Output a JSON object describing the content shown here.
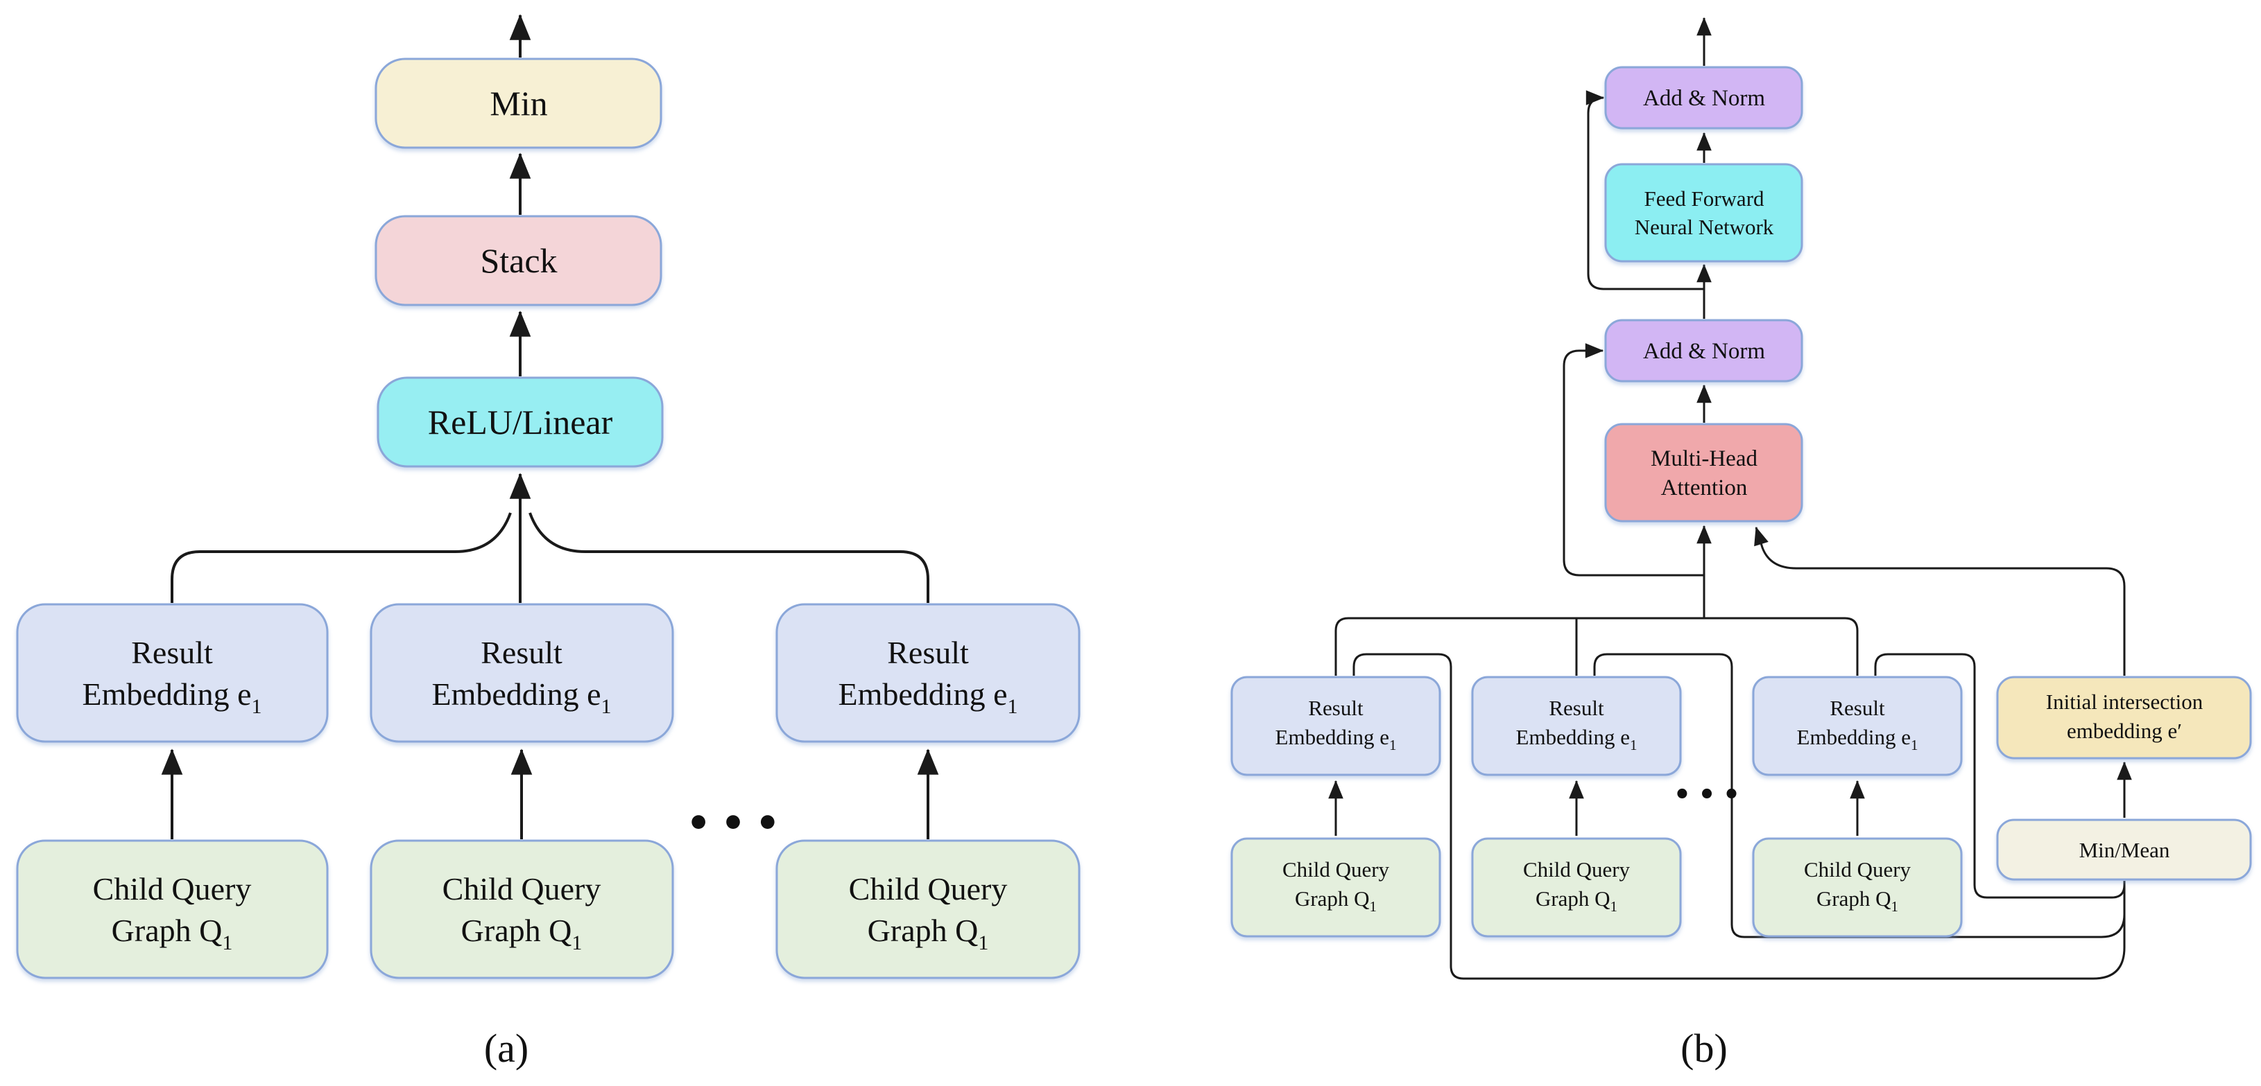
{
  "colors": {
    "border": "#8ba7d9",
    "line": "#1a1a1a",
    "min_fill": "#f7f0d4",
    "stack_fill": "#f4d5d8",
    "relu_fill": "#97eef2",
    "result_fill": "#dbe2f4",
    "child_fill": "#e4efdd",
    "add_norm_fill": "#d2b6f4",
    "ffnn_fill": "#8ceef2",
    "mha_fill": "#f0a8ab",
    "initial_fill": "#f5e7bb",
    "min_mean_fill": "#f3f1e3"
  },
  "panel_a": {
    "caption": "(a)",
    "ellipsis": "•••",
    "boxes": {
      "min": {
        "label": "Min",
        "fill": "#f7f0d4"
      },
      "stack": {
        "label": "Stack",
        "fill": "#f4d5d8"
      },
      "relu": {
        "label": "ReLU/Linear",
        "fill": "#97eef2"
      }
    },
    "result_boxes": [
      {
        "line1": "Result",
        "line2": "Embedding e",
        "sub": "1",
        "fill": "#dbe2f4"
      },
      {
        "line1": "Result",
        "line2": "Embedding e",
        "sub": "1",
        "fill": "#dbe2f4"
      },
      {
        "line1": "Result",
        "line2": "Embedding e",
        "sub": "1",
        "fill": "#dbe2f4"
      }
    ],
    "child_boxes": [
      {
        "line1": "Child Query",
        "line2": "Graph Q",
        "sub": "1",
        "fill": "#e4efdd"
      },
      {
        "line1": "Child Query",
        "line2": "Graph Q",
        "sub": "1",
        "fill": "#e4efdd"
      },
      {
        "line1": "Child Query",
        "line2": "Graph Q",
        "sub": "1",
        "fill": "#e4efdd"
      }
    ]
  },
  "panel_b": {
    "caption": "(b)",
    "ellipsis": "•••",
    "boxes": {
      "add_norm_top": {
        "label": "Add & Norm",
        "fill": "#d2b6f4"
      },
      "ffnn": {
        "line1": "Feed Forward",
        "line2": "Neural Network",
        "fill": "#8ceef2"
      },
      "add_norm_mid": {
        "label": "Add & Norm",
        "fill": "#d2b6f4"
      },
      "mha": {
        "line1": "Multi-Head",
        "line2": "Attention",
        "fill": "#f0a8ab"
      },
      "initial": {
        "line1": "Initial intersection",
        "line2": "embedding e′",
        "fill": "#f5e7bb"
      },
      "min_mean": {
        "label": "Min/Mean",
        "fill": "#f3f1e3"
      }
    },
    "result_boxes": [
      {
        "line1": "Result",
        "line2": "Embedding e",
        "sub": "1",
        "fill": "#dbe2f4"
      },
      {
        "line1": "Result",
        "line2": "Embedding e",
        "sub": "1",
        "fill": "#dbe2f4"
      },
      {
        "line1": "Result",
        "line2": "Embedding e",
        "sub": "1",
        "fill": "#dbe2f4"
      }
    ],
    "child_boxes": [
      {
        "line1": "Child Query",
        "line2": "Graph Q",
        "sub": "1",
        "fill": "#e4efdd"
      },
      {
        "line1": "Child Query",
        "line2": "Graph Q",
        "sub": "1",
        "fill": "#e4efdd"
      },
      {
        "line1": "Child Query",
        "line2": "Graph Q",
        "sub": "1",
        "fill": "#e4efdd"
      }
    ]
  }
}
